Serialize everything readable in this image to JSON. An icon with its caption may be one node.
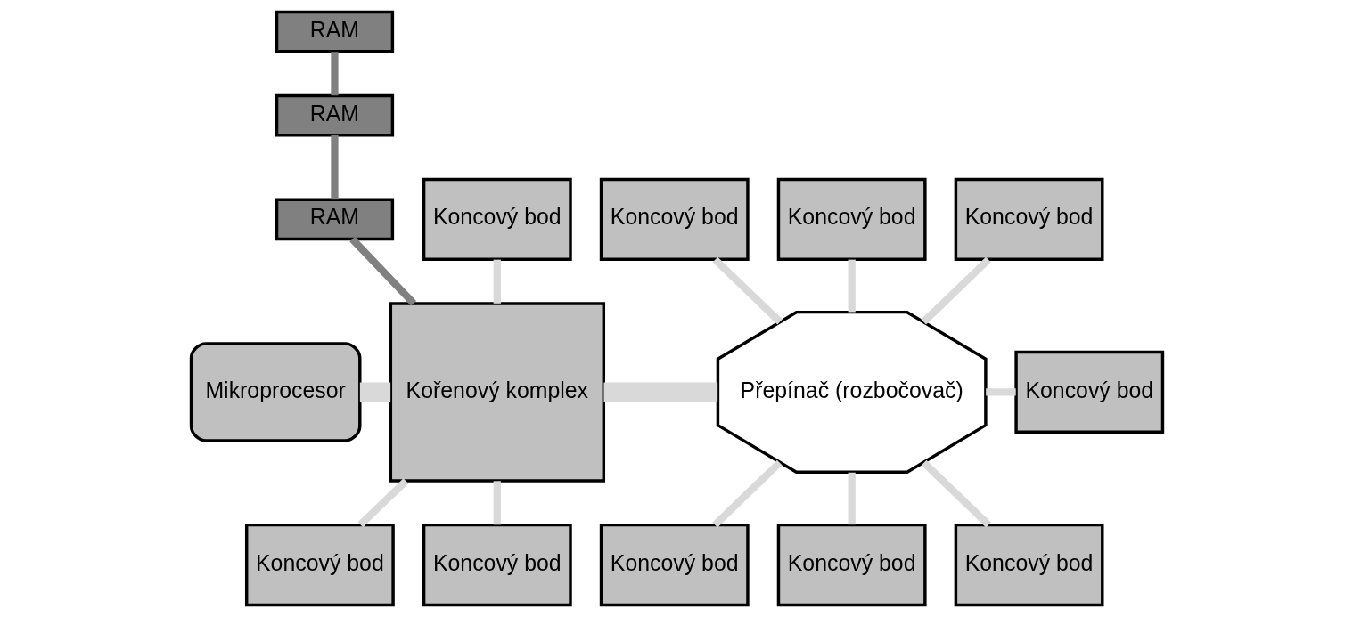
{
  "diagram": {
    "nodes": [
      {
        "text": [
          "RAM"
        ]
      },
      {
        "text": [
          "RAM"
        ]
      },
      {
        "text": [
          "RAM"
        ]
      },
      {
        "text": [
          "Koncový bod"
        ]
      },
      {
        "text": [
          "Koncový bod"
        ]
      },
      {
        "text": [
          "Koncový bod"
        ]
      },
      {
        "text": [
          "Koncový bod"
        ]
      },
      {
        "text": [
          "Mikroprocesor"
        ]
      },
      {
        "text": [
          "Kořenový komplex"
        ]
      },
      {
        "text": [
          "Přepínač (rozbočovač)"
        ]
      },
      {
        "text": [
          "Koncový bod"
        ]
      },
      {
        "text": [
          "Koncový bod"
        ]
      },
      {
        "text": [
          "Koncový bod"
        ]
      },
      {
        "text": [
          "Koncový bod"
        ]
      },
      {
        "text": [
          "Koncový bod"
        ]
      },
      {
        "text": [
          "Koncový bod"
        ]
      }
    ],
    "edges": [
      {
        "from": 0,
        "to": 1,
        "arrow": "none",
        "color": "#808080"
      },
      {
        "from": 1,
        "to": 2,
        "arrow": "none",
        "color": "#808080"
      },
      {
        "from": 2,
        "to": 8,
        "arrow": "none",
        "color": "#808080"
      },
      {
        "from": 3,
        "to": 8,
        "arrow": "none"
      },
      {
        "from": 7,
        "to": 8,
        "arrow": "none",
        "style": "thick"
      },
      {
        "from": 8,
        "to": 9,
        "arrow": "none",
        "style": "thick"
      },
      {
        "from": 4,
        "to": 9,
        "arrow": "none"
      },
      {
        "from": 5,
        "to": 9,
        "arrow": "none"
      },
      {
        "from": 6,
        "to": 9,
        "arrow": "none"
      },
      {
        "from": 9,
        "to": 10,
        "arrow": "none"
      },
      {
        "from": 8,
        "to": 11,
        "arrow": "none"
      },
      {
        "from": 8,
        "to": 12,
        "arrow": "none"
      },
      {
        "from": 9,
        "to": 13,
        "arrow": "none"
      },
      {
        "from": 9,
        "to": 14,
        "arrow": "none"
      },
      {
        "from": 9,
        "to": 15,
        "arrow": "none"
      }
    ]
  }
}
